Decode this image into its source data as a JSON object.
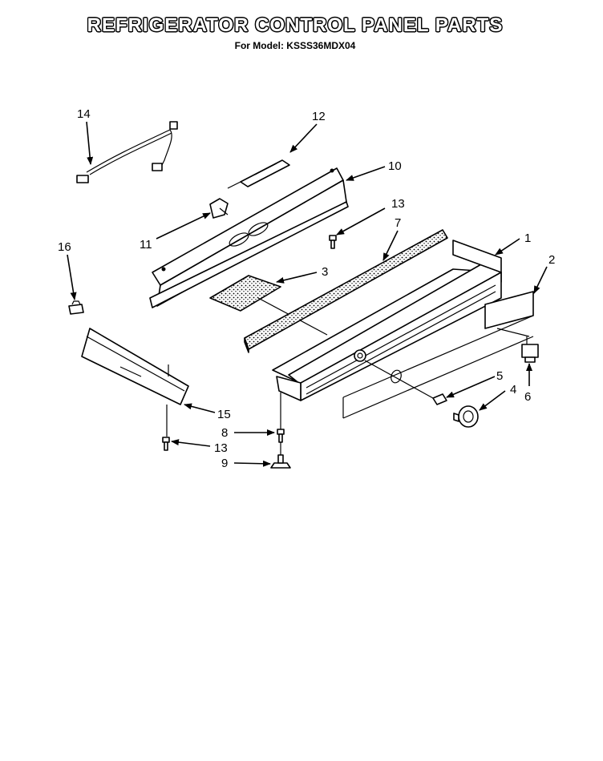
{
  "header": {
    "title": "REFRIGERATOR CONTROL PANEL PARTS",
    "subtitle": "For Model: KSSS36MDX04"
  },
  "callouts": {
    "c1": "1",
    "c2": "2",
    "c3": "3",
    "c4": "4",
    "c5": "5",
    "c6": "6",
    "c7": "7",
    "c8": "8",
    "c9": "9",
    "c10": "10",
    "c11": "11",
    "c12": "12",
    "c13a": "13",
    "c13b": "13",
    "c14": "14",
    "c15": "15",
    "c16": "16"
  }
}
